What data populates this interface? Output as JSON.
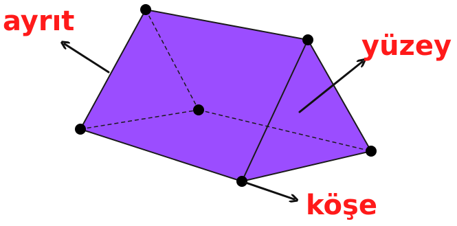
{
  "labels": {
    "edge": "ayrıt",
    "face": "yüzey",
    "vertex": "köşe"
  },
  "colors": {
    "face_fill": "#9b4dff",
    "edge_stroke": "#1a1a1a",
    "vertex_fill": "#000000",
    "label_color": "#ff1a1a",
    "arrow_color": "#111111"
  },
  "shape": "triangular-prism"
}
